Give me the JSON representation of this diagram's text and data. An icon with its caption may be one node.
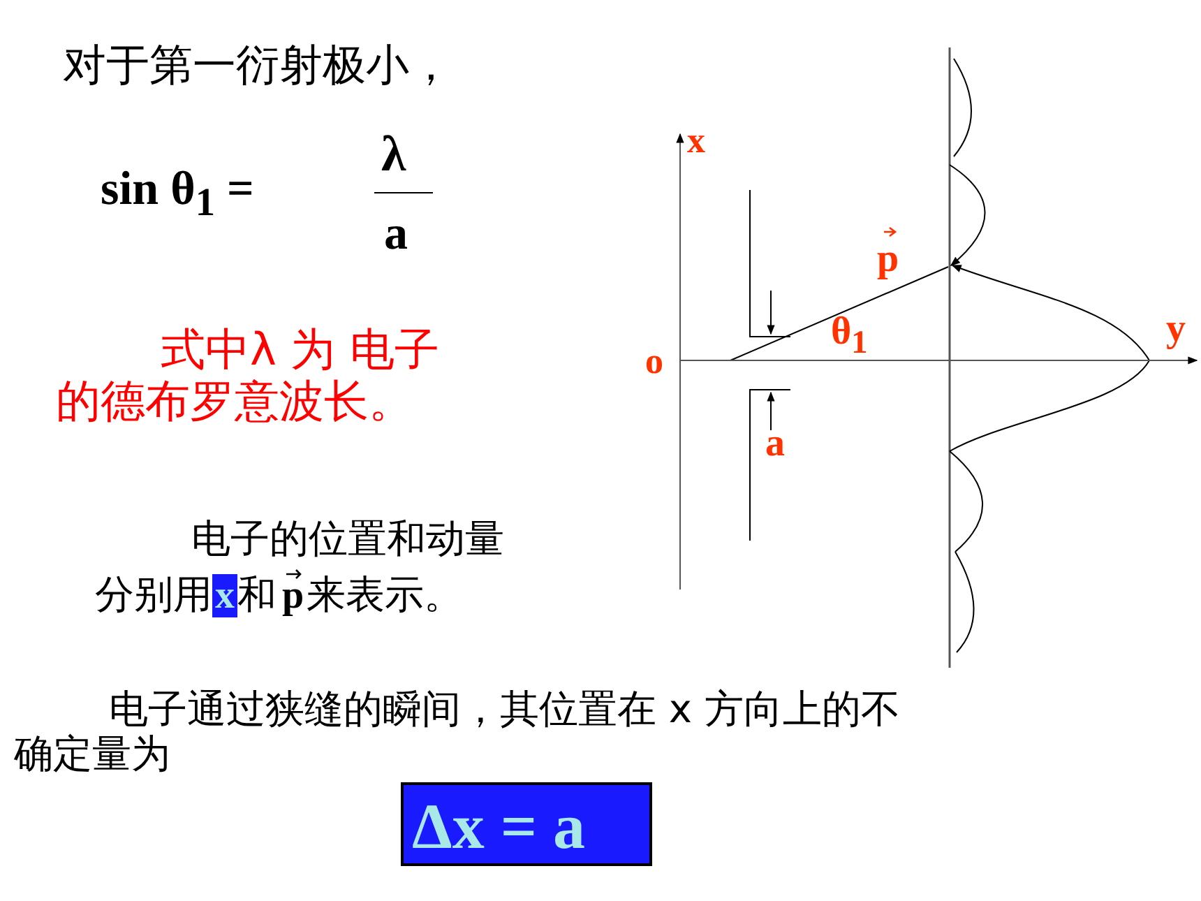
{
  "diagram": {
    "labels": [
      "对于第一衍射极小，",
      "sin θ$_{1}$ =",
      "λ",
      "a",
      "x",
      "p",
      "y",
      "o",
      "θ$_{1}$",
      "a",
      "式中λ 为 电子的德布罗意波长。",
      "电子的位置和动量分别用x和p来表示。",
      "电子通过狭缝的瞬间，其位置在 x 方向上的不确定量为",
      "Δx = a"
    ]
  }
}
